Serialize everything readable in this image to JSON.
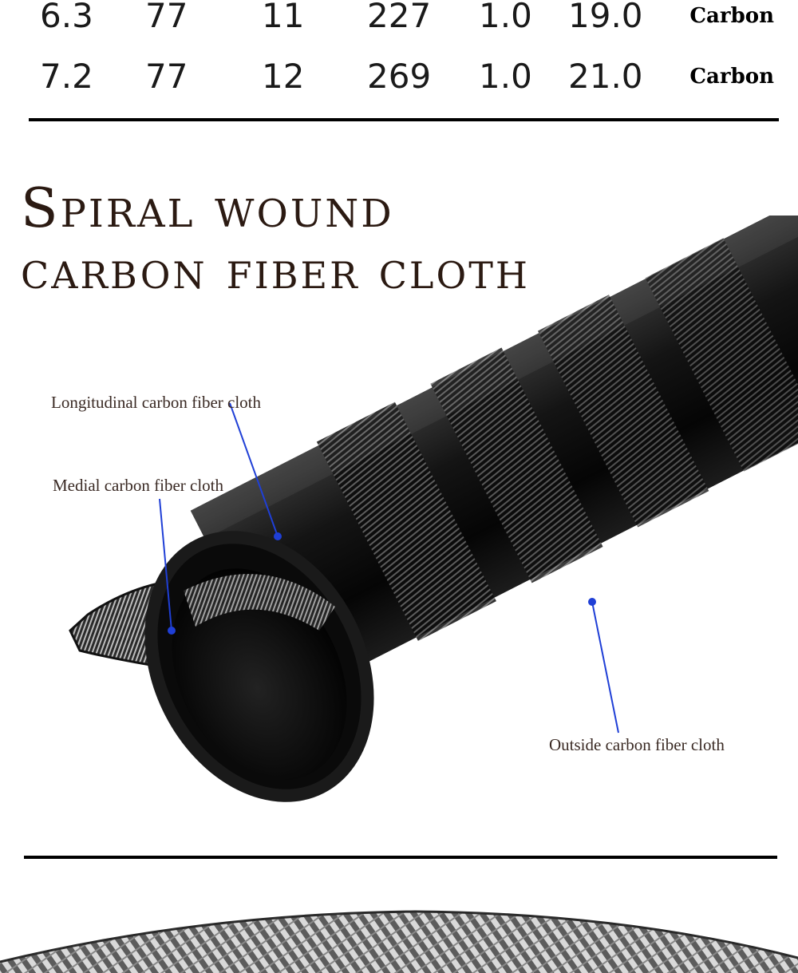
{
  "spec_table": {
    "rows": [
      {
        "c1": "6.3",
        "c2": "77",
        "c3": "11",
        "c4": "227",
        "c5": "1.0",
        "c6": "19.0",
        "material": "Carbon"
      },
      {
        "c1": "7.2",
        "c2": "77",
        "c3": "12",
        "c4": "269",
        "c5": "1.0",
        "c6": "21.0",
        "material": "Carbon"
      }
    ]
  },
  "headline": {
    "line1": "Spiral wound",
    "line2": "carbon fiber cloth"
  },
  "callouts": {
    "longitudinal": "Longitudinal carbon fiber cloth",
    "medial": "Medial carbon fiber cloth",
    "outside": "Outside carbon fiber cloth"
  },
  "colors": {
    "pointer": "#1f3fd6",
    "headline": "#2b1a12",
    "rod_dark": "#0b0b0b"
  }
}
